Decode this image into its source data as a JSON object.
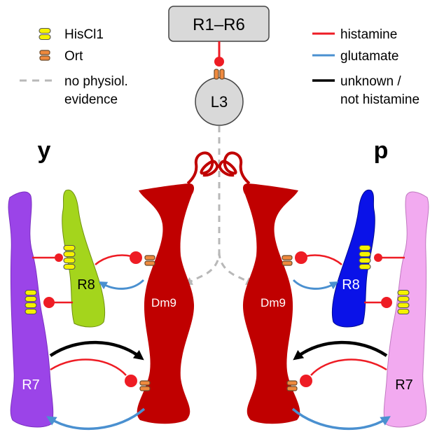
{
  "legend_left": {
    "hiscl1": "HisCl1",
    "ort": "Ort",
    "dashed_line1": "no physiol.",
    "dashed_line2": "evidence"
  },
  "legend_right": {
    "histamine": "histamine",
    "glutamate": "glutamate",
    "unknown_line1": "unknown /",
    "unknown_line2": "not histamine"
  },
  "nodes": {
    "photoreceptors": "R1–R6",
    "lamina_neuron": "L3",
    "dm9_left": "Dm9",
    "dm9_right": "Dm9",
    "r7_left": "R7",
    "r8_left": "R8",
    "r7_right": "R7",
    "r8_right": "R8"
  },
  "panels": {
    "left": "y",
    "right": "p"
  },
  "colors": {
    "histamine": "#ee1c24",
    "glutamate": "#4a90d0",
    "unknown": "#000000",
    "no_evidence": "#b8b8b8",
    "dm9": "#c00000",
    "hiscl1": "#f5f200",
    "ort": "#ef8a3e",
    "r7_yellow": "#9b44e8",
    "r8_yellow": "#a4d51c",
    "r7_pale": "#f2aaf0",
    "r8_pale": "#0a12e8",
    "box_fill": "#d9d9d9"
  }
}
